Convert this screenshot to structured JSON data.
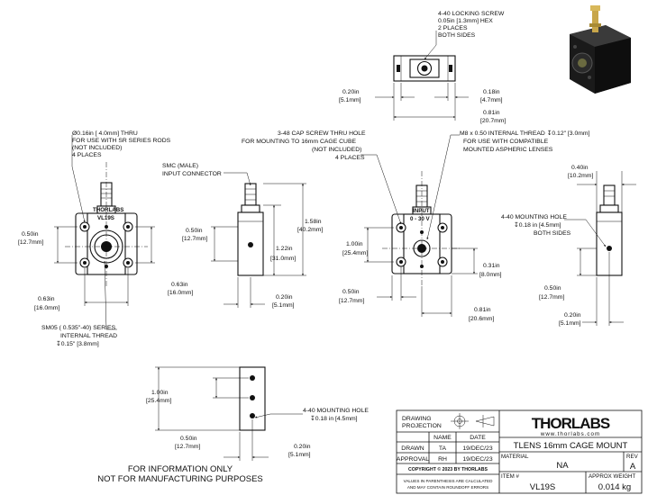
{
  "notes": {
    "locking_screw": [
      "4-40 LOCKING SCREW",
      "0.05in [1.3mm] HEX",
      "2 PLACES",
      "BOTH SIDES"
    ],
    "thru_016": [
      "Ø0.16in [ 4.0mm] THRU",
      "FOR USE WITH SR SERIES RODS",
      "(NOT INCLUDED)",
      "4 PLACES"
    ],
    "smc": [
      "SMC (MALE)",
      "INPUT CONNECTOR"
    ],
    "cap_screw": [
      "3-48 CAP SCREW THRU HOLE",
      "FOR MOUNTING TO 16mm CAGE CUBE",
      "(NOT INCLUDED)",
      "4 PLACES"
    ],
    "m8": [
      "M8 x 0.50 INTERNAL THREAD ↧0.12\" [3.0mm]",
      "FOR USE WITH COMPATIBLE",
      "MOUNTED ASPHERIC LENSES"
    ],
    "mount_hole_side": [
      "4-40 MOUNTING HOLE",
      "↧0.18 in [4.5mm]",
      "BOTH SIDES"
    ],
    "sm05": [
      "SM05 ( 0.535\"-40) SERIES",
      "INTERNAL THREAD",
      "↧0.15\" [3.8mm]"
    ],
    "mount_hole_bottom": [
      "4-40 MOUNTING HOLE",
      "↧0.18 in [4.5mm]"
    ],
    "disclaimer": [
      "FOR INFORMATION ONLY",
      "NOT FOR MANUFACTURING PURPOSES"
    ]
  },
  "dims": {
    "top_020": [
      "0.20in",
      "[5.1mm]"
    ],
    "top_018": [
      "0.18in",
      "[4.7mm]"
    ],
    "top_081": [
      "0.81in",
      "[20.7mm]"
    ],
    "front_050": [
      "0.50in",
      "[12.7mm]"
    ],
    "front_063a": [
      "0.63in",
      "[16.0mm]"
    ],
    "front_063b": [
      "0.63in",
      "[16.0mm]"
    ],
    "side_050": [
      "0.50in",
      "[12.7mm]"
    ],
    "side_158": [
      "1.58in",
      "[40.2mm]"
    ],
    "side_122": [
      "1.22in",
      "[31.0mm]"
    ],
    "side_020": [
      "0.20in",
      "[5.1mm]"
    ],
    "back_100": [
      "1.00in",
      "[25.4mm]"
    ],
    "back_050": [
      "0.50in",
      "[12.7mm]"
    ],
    "back_031": [
      "0.31in",
      "[8.0mm]"
    ],
    "back_081": [
      "0.81in",
      "[20.6mm]"
    ],
    "right_040": [
      "0.40in",
      "[10.2mm]"
    ],
    "right_050": [
      "0.50in",
      "[12.7mm]"
    ],
    "right_020": [
      "0.20in",
      "[5.1mm]"
    ],
    "bot_100": [
      "1.00in",
      "[25.4mm]"
    ],
    "bot_050": [
      "0.50in",
      "[12.7mm]"
    ],
    "bot_020": [
      "0.20in",
      "[5.1mm]"
    ]
  },
  "part_labels": {
    "front_top": "THORLABS",
    "front_sub": "VL19S",
    "back_top": "INPUT",
    "back_sub": "0 - 30 V"
  },
  "title_block": {
    "projection_label": [
      "DRAWING",
      "PROJECTION"
    ],
    "col_name": "NAME",
    "col_date": "DATE",
    "row1_label": "DRAWN",
    "row1_name": "TA",
    "row1_date": "19/DEC/23",
    "row2_label": "APPROVAL",
    "row2_name": "RH",
    "row2_date": "19/DEC/23",
    "copyright": "COPYRIGHT © 2023 BY THORLABS",
    "values_note": [
      "VALUES IN PARENTHESIS ARE CALCULATED",
      "AND MAY CONTAIN ROUNDOFF ERRORS"
    ],
    "logo": "THORLABS",
    "website": "www.thorlabs.com",
    "title": "TLENS 16mm CAGE MOUNT",
    "material_label": "MATERIAL",
    "material": "NA",
    "rev_label": "REV",
    "rev": "A",
    "item_label": "ITEM #",
    "item": "VL19S",
    "weight_label": "APPROX WEIGHT",
    "weight": "0.014 kg"
  }
}
